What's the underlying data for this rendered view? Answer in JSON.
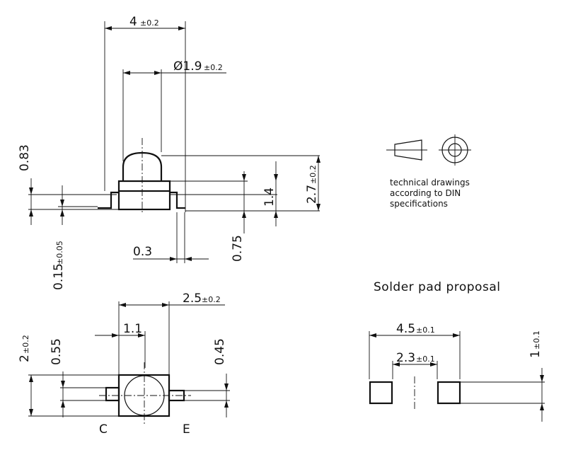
{
  "top_view": {
    "width_total": "4",
    "width_total_tol": "±0.2",
    "lens_diameter": "Ø1.9",
    "lens_diameter_tol": "±0.2",
    "lens_height": "0.83",
    "body_height": "1.4",
    "overall_height": "2.7",
    "overall_height_tol": "±0.2",
    "lead_thickness": "0.15",
    "lead_thickness_tol": "±0.05",
    "lead_width": "0.3",
    "standoff": "0.75"
  },
  "bottom_view": {
    "body_width": "2.5",
    "body_width_tol": "±0.2",
    "lead_offset": "1.1",
    "height": "2",
    "height_tol": "±0.2",
    "pin_left": "0.55",
    "pin_right": "0.45",
    "label_collector": "C",
    "label_emitter": "E"
  },
  "din_note": {
    "line1": "technical drawings",
    "line2": "according to DIN",
    "line3": "specifications"
  },
  "solder_pad": {
    "title": "Solder pad proposal",
    "outer_width": "4.5",
    "outer_width_tol": "±0.1",
    "inner_gap": "2.3",
    "inner_gap_tol": "±0.1",
    "pad_height": "1",
    "pad_height_tol": "±0.1"
  }
}
